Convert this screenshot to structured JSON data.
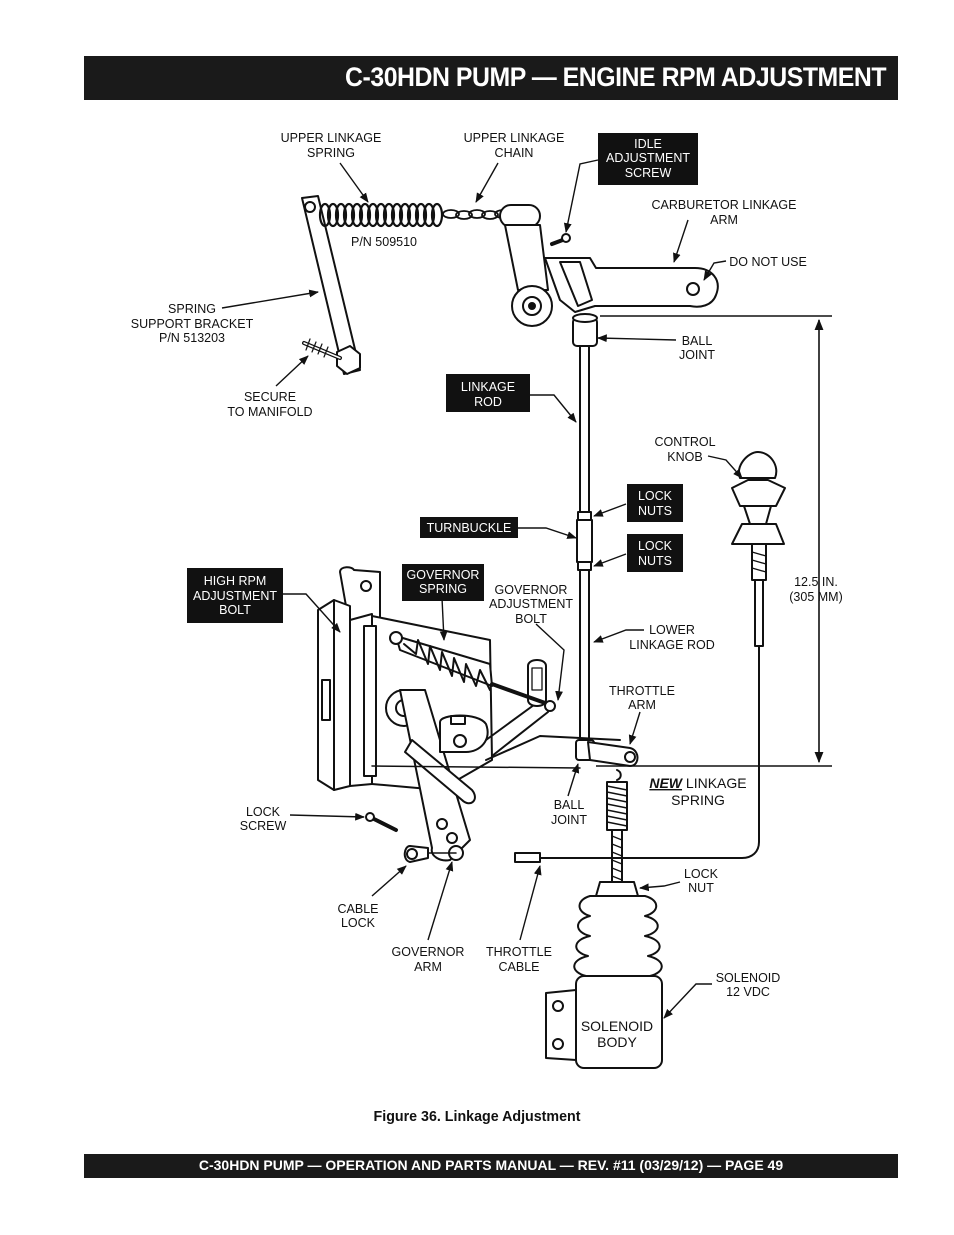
{
  "header": {
    "title": "C-30HDN PUMP — ENGINE RPM ADJUSTMENT"
  },
  "figure": {
    "caption": "Figure 36.  Linkage Adjustment"
  },
  "footer": {
    "text": "C-30HDN PUMP — OPERATION AND PARTS MANUAL — REV. #11  (03/29/12) — PAGE 49"
  },
  "labels": {
    "upper_linkage_spring": [
      "UPPER LINKAGE",
      "SPRING"
    ],
    "upper_linkage_spring_pn": "P/N 509510",
    "upper_linkage_chain": [
      "UPPER LINKAGE",
      "CHAIN"
    ],
    "idle_adjustment_screw": [
      "IDLE",
      "ADJUSTMENT",
      "SCREW"
    ],
    "carburetor_linkage_arm": [
      "CARBURETOR  LINKAGE",
      "ARM"
    ],
    "do_not_use": "DO NOT USE",
    "spring_support_bracket": [
      "SPRING",
      "SUPPORT BRACKET",
      "P/N 513203"
    ],
    "secure_to_manifold": [
      "SECURE",
      "TO MANIFOLD"
    ],
    "ball_joint_upper": [
      "BALL",
      "JOINT"
    ],
    "linkage_rod": [
      "LINKAGE",
      "ROD"
    ],
    "control_knob": [
      "CONTROL",
      "KNOB"
    ],
    "lock_nuts_upper": [
      "LOCK",
      "NUTS"
    ],
    "turnbuckle": "TURNBUCKLE",
    "lock_nuts_lower": [
      "LOCK",
      "NUTS"
    ],
    "dimension": [
      "12.5 IN.",
      "(305 MM)"
    ],
    "high_rpm_adjustment_bolt": [
      "HIGH RPM",
      "ADJUSTMENT",
      "BOLT"
    ],
    "governor_spring": [
      "GOVERNOR",
      "SPRING"
    ],
    "governor_adjustment_bolt": [
      "GOVERNOR",
      "ADJUSTMENT",
      "BOLT"
    ],
    "lower_linkage_rod": [
      "LOWER",
      "LINKAGE ROD"
    ],
    "throttle_arm": [
      "THROTTLE",
      "ARM"
    ],
    "new_linkage_spring": {
      "new": "NEW",
      "rest": " LINKAGE",
      "line2": "SPRING"
    },
    "ball_joint_lower": [
      "BALL",
      "JOINT"
    ],
    "lock_screw": [
      "LOCK",
      "SCREW"
    ],
    "cable_lock": [
      "CABLE",
      "LOCK"
    ],
    "governor_arm": [
      "GOVERNOR",
      "ARM"
    ],
    "throttle_cable": [
      "THROTTLE",
      "CABLE"
    ],
    "lock_nut": [
      "LOCK",
      "NUT"
    ],
    "solenoid_12vdc": [
      "SOLENOID",
      "12 VDC"
    ],
    "solenoid_body": [
      "SOLENOID",
      "BODY"
    ]
  }
}
